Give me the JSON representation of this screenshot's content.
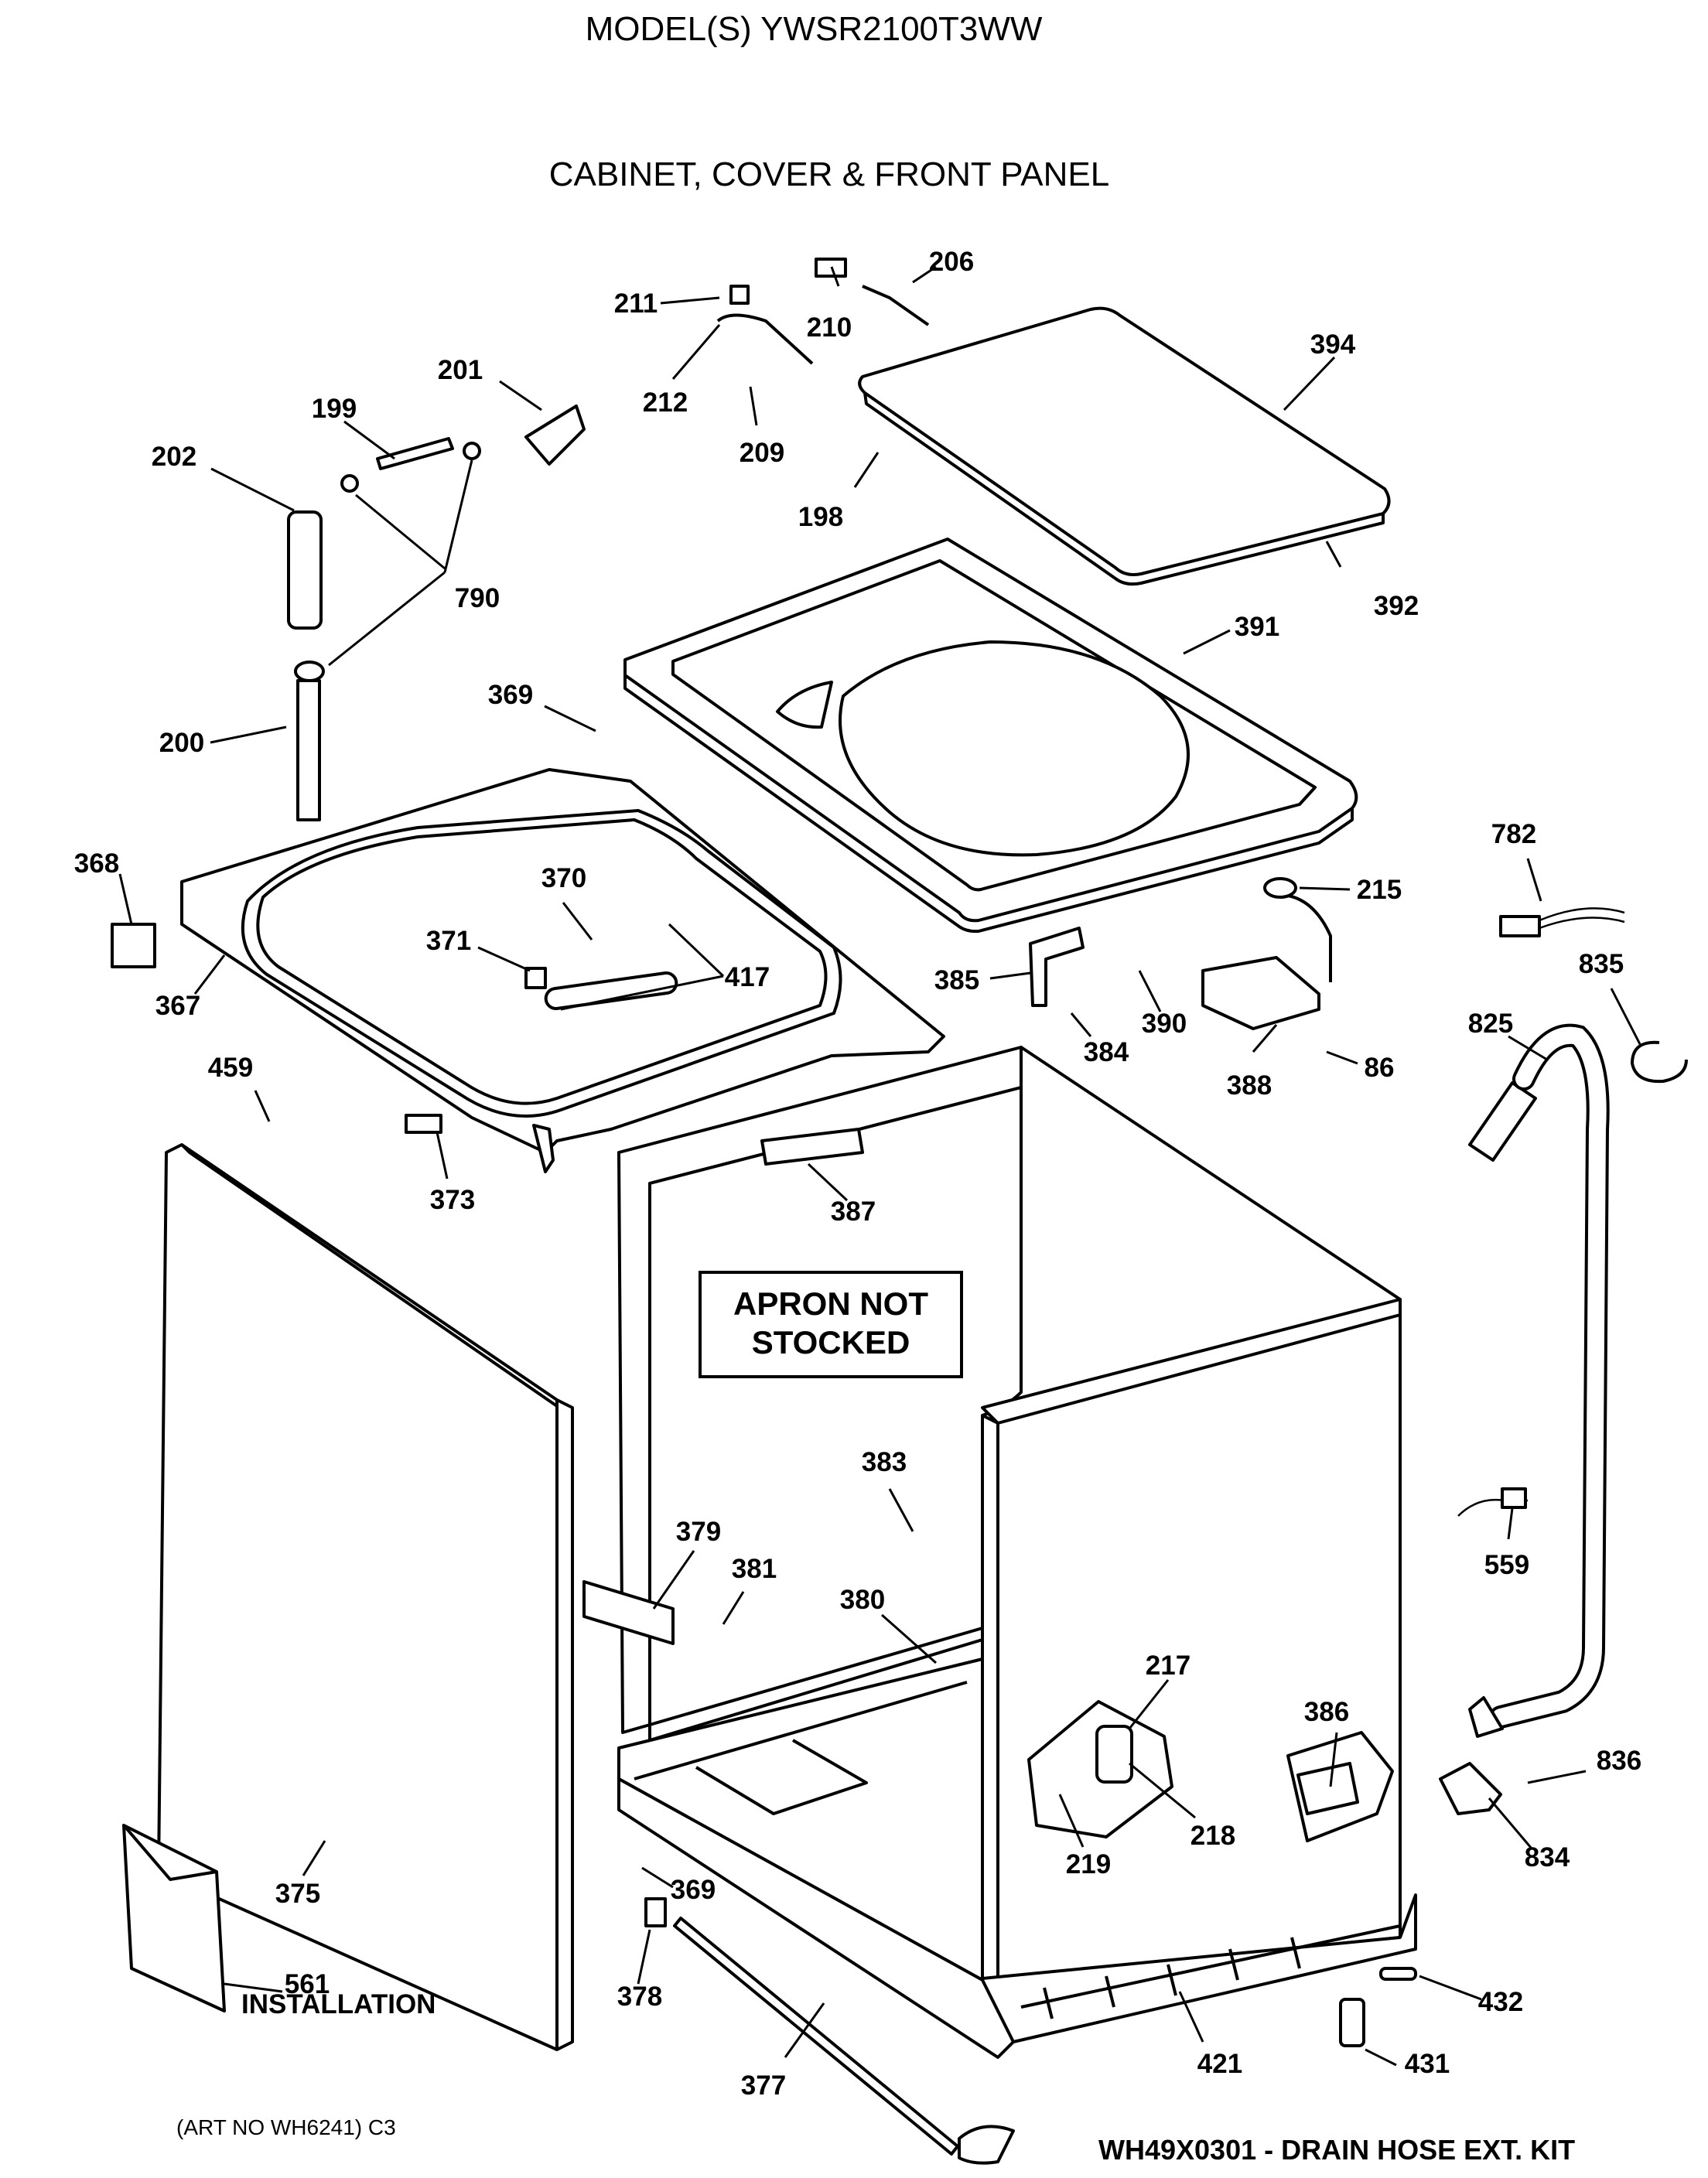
{
  "header": {
    "model": "MODEL(S) YWSR2100T3WW",
    "section": "CABINET, COVER & FRONT PANEL"
  },
  "callout": {
    "line1": "APRON NOT",
    "line2": "STOCKED"
  },
  "labels": {
    "l206": "206",
    "l211": "211",
    "l210": "210",
    "l212": "212",
    "l209": "209",
    "l394": "394",
    "l201": "201",
    "l199": "199",
    "l202": "202",
    "l198": "198",
    "l790": "790",
    "l392": "392",
    "l391": "391",
    "l369a": "369",
    "l200": "200",
    "l782": "782",
    "l368": "368",
    "l370": "370",
    "l215": "215",
    "l835": "835",
    "l371": "371",
    "l417": "417",
    "l385": "385",
    "l367": "367",
    "l390": "390",
    "l825": "825",
    "l384": "384",
    "l86": "86",
    "l388": "388",
    "l459": "459",
    "l373": "373",
    "l387": "387",
    "l383": "383",
    "l379": "379",
    "l381": "381",
    "l559": "559",
    "l380": "380",
    "l217": "217",
    "l386": "386",
    "l836": "836",
    "l218": "218",
    "l219": "219",
    "l834": "834",
    "l375": "375",
    "l369b": "369",
    "l561": "561",
    "l432": "432",
    "l378": "378",
    "l421": "421",
    "l431": "431",
    "l377": "377"
  },
  "installation": "INSTALLATION",
  "footer": {
    "art_no": "(ART NO  WH6241) C3",
    "kit": "WH49X0301 - DRAIN HOSE EXT. KIT"
  }
}
